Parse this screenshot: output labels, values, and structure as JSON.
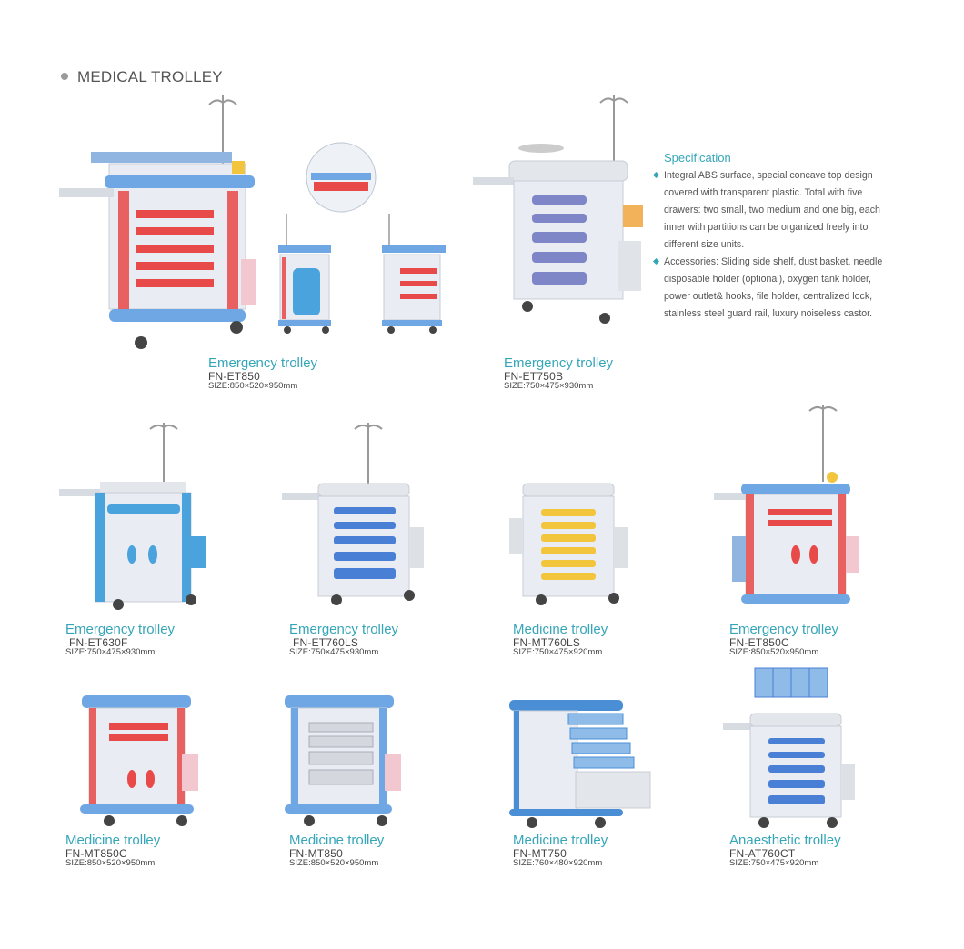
{
  "section": {
    "title": "MEDICAL TROLLEY"
  },
  "specification": {
    "title": "Specification",
    "items": [
      "Integral ABS surface, special concave top design covered with transparent plastic. Total with five drawers: two small, two medium and one big, each inner with partitions can be organized freely into different size units.",
      "Accessories: Sliding side shelf, dust basket, needle disposable holder (optional), oxygen tank holder, power outlet& hooks, file holder, centralized lock, stainless steel guard rail, luxury noiseless castor."
    ]
  },
  "products": [
    {
      "name": "Emergency trolley",
      "model": "FN-ET850",
      "size": "SIZE:850×520×950mm",
      "color": "#e84a4a"
    },
    {
      "name": "Emergency trolley",
      "model": "FN-ET750B",
      "size": "SIZE:750×475×930mm",
      "color": "#7f86c8"
    },
    {
      "name": "Emergency trolley",
      "model": "FN-ET630F",
      "size": "SIZE:750×475×930mm",
      "color": "#4aa3dc"
    },
    {
      "name": "Emergency trolley",
      "model": "FN-ET760LS",
      "size": "SIZE:750×475×930mm",
      "color": "#4a7fd6"
    },
    {
      "name": "Medicine trolley",
      "model": "FN-MT760LS",
      "size": "SIZE:750×475×920mm",
      "color": "#f2c53d"
    },
    {
      "name": "Emergency trolley",
      "model": "FN-ET850C",
      "size": "SIZE:850×520×950mm",
      "color": "#e84a4a"
    },
    {
      "name": "Medicine trolley",
      "model": "FN-MT850C",
      "size": "SIZE:850×520×950mm",
      "color": "#e84a4a"
    },
    {
      "name": "Medicine trolley",
      "model": "FN-MT850",
      "size": "SIZE:850×520×950mm",
      "color": "#9aa4b0"
    },
    {
      "name": "Medicine trolley",
      "model": "FN-MT750",
      "size": "SIZE:760×480×920mm",
      "color": "#4a8fd6"
    },
    {
      "name": "Anaesthetic trolley",
      "model": "FN-AT760CT",
      "size": "SIZE:750×475×920mm",
      "color": "#4a7fd6"
    }
  ]
}
